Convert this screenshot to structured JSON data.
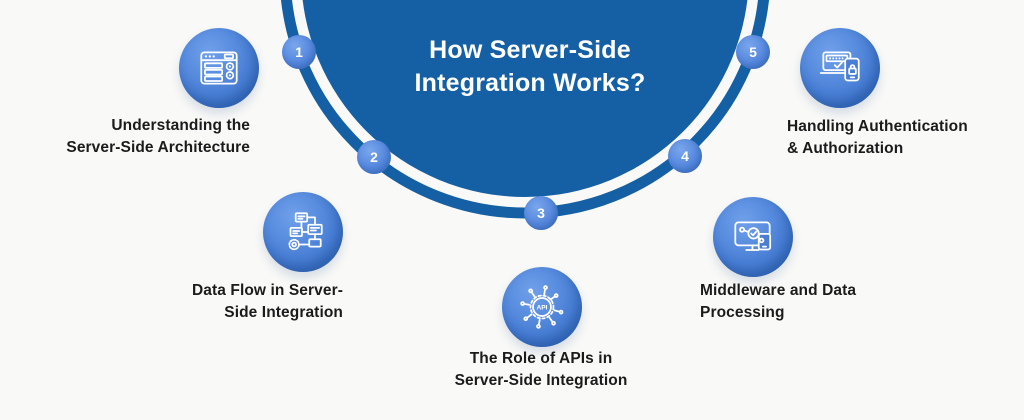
{
  "title": {
    "line1": "How Server-Side",
    "line2": "Integration Works?"
  },
  "colors": {
    "background": "#f9f9f7",
    "main_circle": "#1560a5",
    "ring": "#1560a5",
    "badge_blue": "#5386dc",
    "icon_circle_blue": "#4a80d6",
    "label_text": "#1b1b1b",
    "title_text": "#ffffff"
  },
  "steps": [
    {
      "number": "1",
      "icon": "server-architecture-icon",
      "label_line1": "Understanding the",
      "label_line2": "Server-Side Architecture"
    },
    {
      "number": "2",
      "icon": "data-flow-icon",
      "label_line1": "Data Flow in Server-",
      "label_line2": "Side Integration"
    },
    {
      "number": "3",
      "icon": "api-gear-icon",
      "label_line1": "The Role of APIs in",
      "label_line2": "Server-Side Integration"
    },
    {
      "number": "4",
      "icon": "middleware-icon",
      "label_line1": "Middleware and Data",
      "label_line2": "Processing"
    },
    {
      "number": "5",
      "icon": "auth-devices-icon",
      "label_line1": "Handling Authentication",
      "label_line2": "& Authorization"
    }
  ],
  "icons": {
    "api_text": "API"
  }
}
